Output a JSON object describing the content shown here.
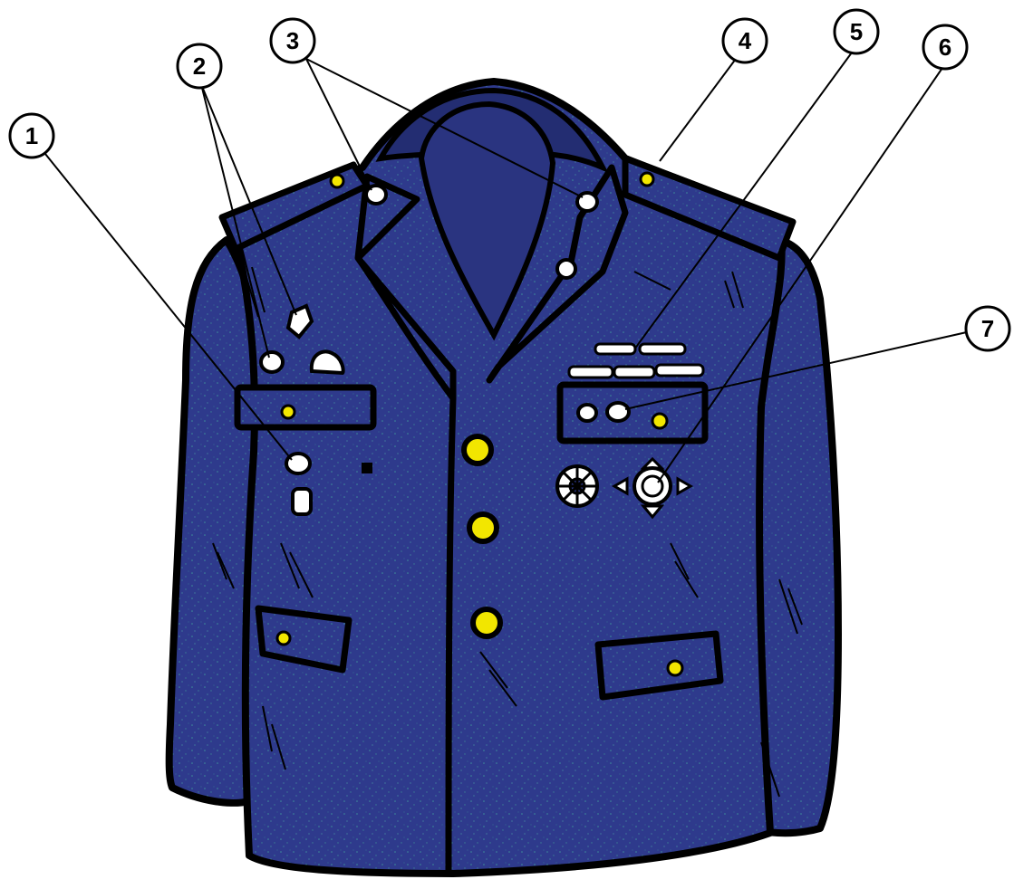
{
  "diagram": {
    "colors": {
      "jacket": "#2e3a8c",
      "jacket_dark": "#232d72",
      "outline": "#000000",
      "button_gold": "#f2e600",
      "badge_white": "#ffffff",
      "background": "#ffffff"
    },
    "callouts": [
      {
        "number": "1"
      },
      {
        "number": "2"
      },
      {
        "number": "3"
      },
      {
        "number": "4"
      },
      {
        "number": "5"
      },
      {
        "number": "6"
      },
      {
        "number": "7"
      }
    ]
  }
}
